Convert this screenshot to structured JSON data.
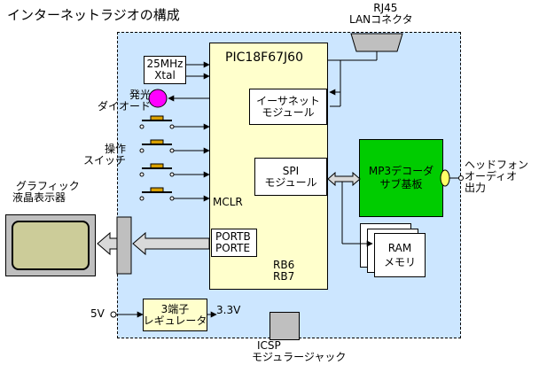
{
  "title": "インターネットラジオの構成",
  "connector": {
    "line1": "RJ45",
    "line2": "LANコネクタ"
  },
  "mcu": "PIC18F67J60",
  "crystal": {
    "line1": "25MHz",
    "line2": "Xtal"
  },
  "led": {
    "line1": "発光",
    "line2": "ダイオード",
    "color": "#ff00ff"
  },
  "switches": {
    "line1": "操作",
    "line2": "スイッチ"
  },
  "ethernet": {
    "line1": "イーサネット",
    "line2": "モジュール"
  },
  "spi": {
    "line1": "SPI",
    "line2": "モジュール"
  },
  "mp3": {
    "line1": "MP3デコーダ",
    "line2": "サブ基板",
    "color": "#00cc00"
  },
  "headphone": {
    "line1": "ヘッドフォン",
    "line2": "オーディオ",
    "line3": "出力"
  },
  "lcd": {
    "line1": "グラフィック",
    "line2": "液晶表示器"
  },
  "mclr": "MCLR",
  "ports": {
    "line1": "PORTB",
    "line2": "PORTE"
  },
  "rb": {
    "line1": "RB6",
    "line2": "RB7"
  },
  "ram": {
    "line1": "RAM",
    "line2": "メモリ"
  },
  "power": {
    "input": "5V",
    "output": "3.3V",
    "reg_line1": "3端子",
    "reg_line2": "レギュレータ",
    "reg_color": "#ffffcc"
  },
  "icsp": {
    "line1": "ICSP",
    "line2": "モジュラージャック"
  },
  "colors": {
    "board": "#cce6ff",
    "chip": "#ffffcc",
    "lcd_outer": "#bfbfbf",
    "lcd_inner": "#cccc99",
    "arrow_fill": "#d9d9d9"
  }
}
